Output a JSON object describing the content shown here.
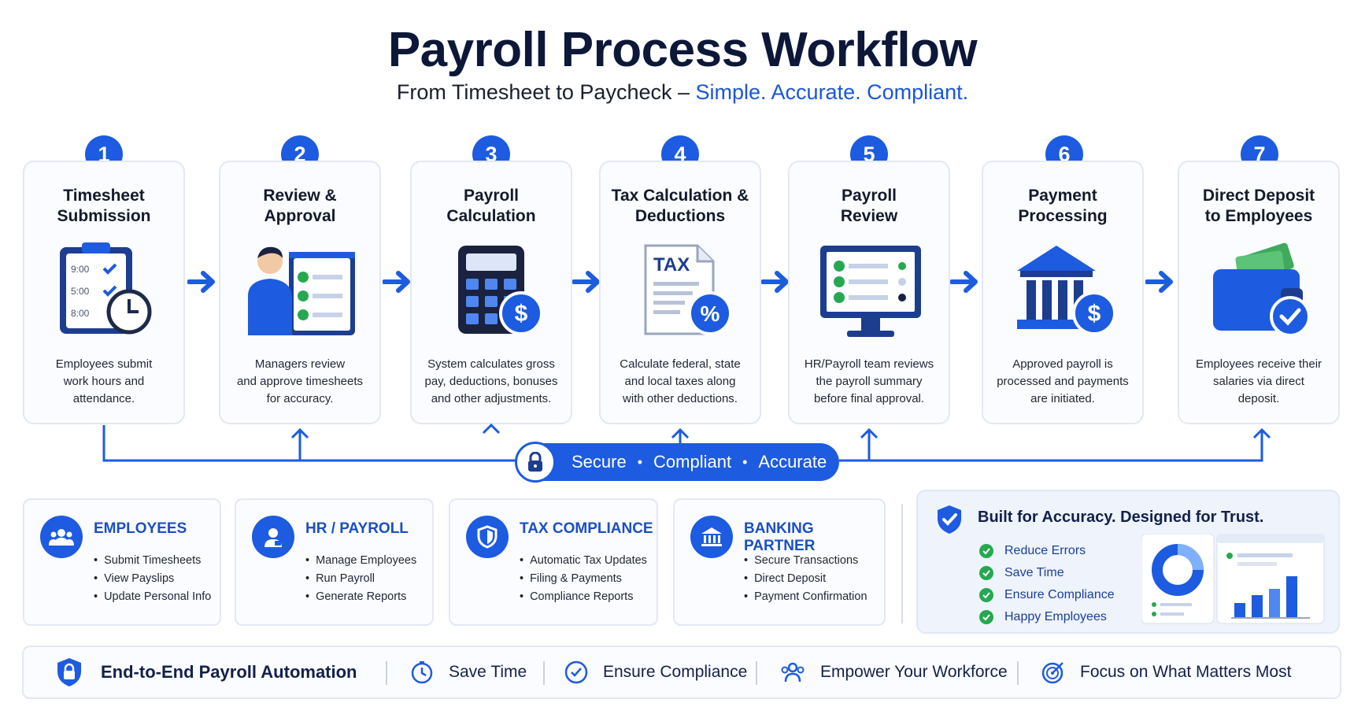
{
  "header": {
    "title": "Payroll Process Workflow",
    "subtitle_plain": "From Timesheet to Paycheck – ",
    "subtitle_highlight": "Simple. Accurate. Compliant."
  },
  "steps": [
    {
      "num": "1",
      "title": "Timesheet\nSubmission",
      "desc": "Employees submit\nwork hours and\nattendance.",
      "illu_labels": [
        "9:00",
        "5:00",
        "8:00"
      ]
    },
    {
      "num": "2",
      "title": "Review &\nApproval",
      "desc": "Managers review\nand approve timesheets\nfor accuracy."
    },
    {
      "num": "3",
      "title": "Payroll\nCalculation",
      "desc": "System calculates gross\npay, deductions, bonuses\nand other adjustments."
    },
    {
      "num": "4",
      "title": "Tax Calculation &\nDeductions",
      "desc": "Calculate federal, state\nand local taxes along\nwith other deductions.",
      "illu_label": "TAX"
    },
    {
      "num": "5",
      "title": "Payroll\nReview",
      "desc": "HR/Payroll team reviews\nthe payroll summary\nbefore final approval."
    },
    {
      "num": "6",
      "title": "Payment\nProcessing",
      "desc": "Approved payroll is\nprocessed and payments\nare initiated."
    },
    {
      "num": "7",
      "title": "Direct Deposit\nto Employees",
      "desc": "Employees receive their\nsalaries via direct\ndeposit."
    }
  ],
  "pill": {
    "items": [
      "Secure",
      "Compliant",
      "Accurate"
    ],
    "separator": "•"
  },
  "roles": [
    {
      "title": "EMPLOYEES",
      "icon": "users-icon",
      "items": [
        "Submit Timesheets",
        "View Payslips",
        "Update Personal Info"
      ]
    },
    {
      "title": "HR / PAYROLL",
      "icon": "user-badge-icon",
      "items": [
        "Manage Employees",
        "Run Payroll",
        "Generate Reports"
      ]
    },
    {
      "title": "TAX COMPLIANCE",
      "icon": "shield-icon",
      "items": [
        "Automatic Tax Updates",
        "Filing & Payments",
        "Compliance Reports"
      ]
    },
    {
      "title": "BANKING PARTNER",
      "icon": "bank-icon",
      "items": [
        "Secure Transactions",
        "Direct Deposit",
        "Payment Confirmation"
      ]
    }
  ],
  "trust": {
    "title": "Built for Accuracy. Designed for Trust.",
    "items": [
      "Reduce Errors",
      "Save Time",
      "Ensure Compliance",
      "Happy Employees"
    ]
  },
  "bottom": {
    "main": "End-to-End Payroll Automation",
    "items": [
      "Save Time",
      "Ensure Compliance",
      "Empower Your Workforce",
      "Focus on What Matters Most"
    ]
  },
  "colors": {
    "accent": "#1d5be0",
    "dark": "#0d1838",
    "success": "#26a850"
  }
}
